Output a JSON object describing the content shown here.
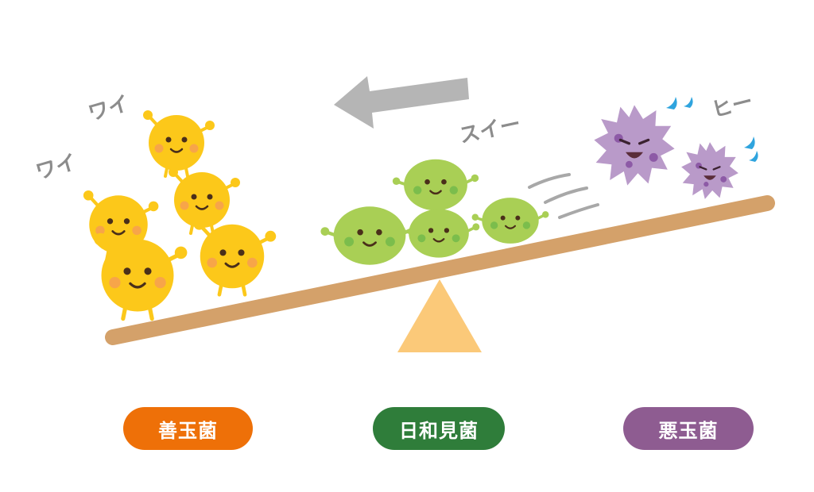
{
  "sound_effects": {
    "wai_1": "ワイ",
    "wai_2": "ワイ",
    "suii": "スイー",
    "hii": "ヒー"
  },
  "labels": {
    "good": "善玉菌",
    "neutral": "日和見菌",
    "bad": "悪玉菌"
  },
  "colors": {
    "good": "#ee7008",
    "neutral": "#2f7d3a",
    "bad": "#8e5c91",
    "beam": "#d4a16a",
    "fulcrum": "#fbc979",
    "arrow": "#b5b5b5",
    "good_bacteria": "#fcc81a",
    "neutral_bacteria": "#a9cf55",
    "bad_bacteria": "#b99ac9"
  },
  "arrow_direction": "left"
}
